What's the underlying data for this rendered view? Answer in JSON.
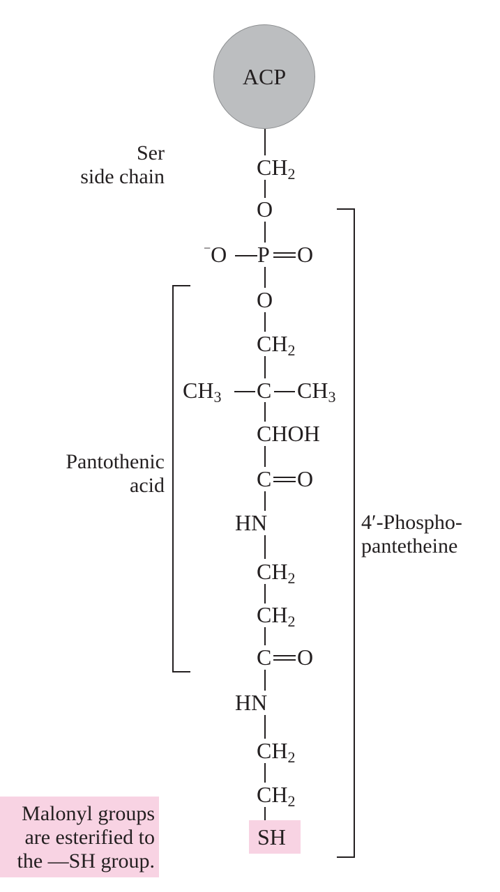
{
  "figure": {
    "protein": {
      "label": "ACP",
      "fill_color": "#bcbec0"
    },
    "chain": [
      {
        "id": "ser-ch2",
        "text": "CH",
        "sub": "2"
      },
      {
        "id": "ester-o",
        "text": "O"
      },
      {
        "id": "phosphate",
        "left": "O",
        "left_charge": "−",
        "center": "P",
        "right": "O"
      },
      {
        "id": "o-link",
        "text": "O"
      },
      {
        "id": "ch2-a",
        "text": "CH",
        "sub": "2"
      },
      {
        "id": "quaternary-c",
        "left": "CH",
        "left_sub": "3",
        "center": "C",
        "right": "CH",
        "right_sub": "3"
      },
      {
        "id": "chohh",
        "text": "CHOH"
      },
      {
        "id": "carbonyl-1",
        "center": "C",
        "right": "O"
      },
      {
        "id": "amide-1",
        "text": "HN"
      },
      {
        "id": "ch2-b",
        "text": "CH",
        "sub": "2"
      },
      {
        "id": "ch2-c",
        "text": "CH",
        "sub": "2"
      },
      {
        "id": "carbonyl-2",
        "center": "C",
        "right": "O"
      },
      {
        "id": "amide-2",
        "text": "HN"
      },
      {
        "id": "ch2-d",
        "text": "CH",
        "sub": "2"
      },
      {
        "id": "ch2-e",
        "text": "CH",
        "sub": "2"
      },
      {
        "id": "thiol",
        "text": "SH"
      }
    ],
    "labels": {
      "ser_line1": "Ser",
      "ser_line2": "side chain",
      "pantothenic_line1": "Pantothenic",
      "pantothenic_line2": "acid",
      "phospho_line1": "4′-Phospho-",
      "phospho_line2": "pantetheine"
    },
    "note": {
      "line1": "Malonyl groups",
      "line2": "are esterified to",
      "line3": "the —SH group.",
      "highlight_color": "#f8d3e3"
    }
  }
}
